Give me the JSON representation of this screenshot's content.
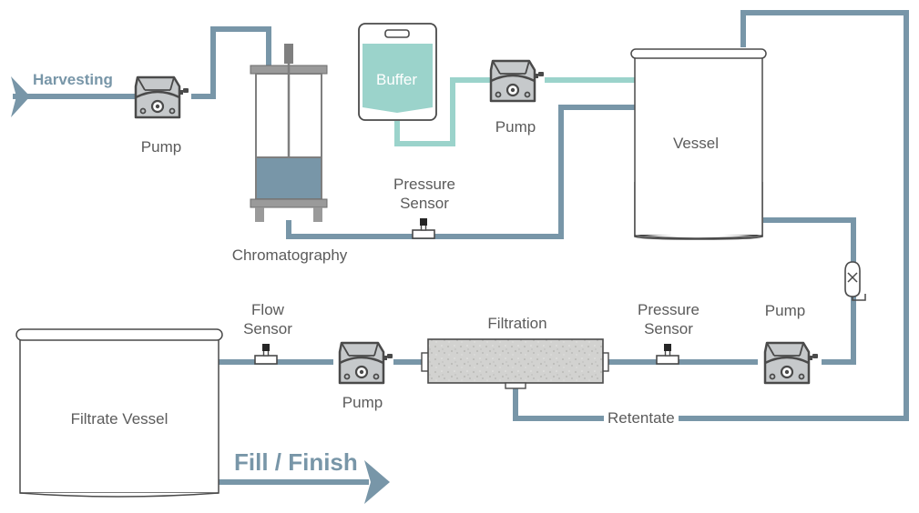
{
  "labels": {
    "harvesting": "Harvesting",
    "buffer": "Buffer",
    "pump_top_left": "Pump",
    "pump_top_mid": "Pump",
    "pump_mid": "Pump",
    "pump_right": "Pump",
    "vessel": "Vessel",
    "chromatography": "Chromatography",
    "pressure_sensor_top": [
      "Pressure",
      "Sensor"
    ],
    "pressure_sensor_bottom": [
      "Pressure",
      "Sensor"
    ],
    "flow_sensor": [
      "Flow",
      "Sensor"
    ],
    "filtration": "Filtration",
    "filtrate_vessel": "Filtrate Vessel",
    "retentate": "Retentate",
    "fill_finish": "Fill / Finish"
  },
  "colors": {
    "pipe": "#7896a8",
    "buffer_line": "#9bd3cb",
    "pump_body": "#c6c9cb",
    "pump_outline": "#4a4a4a",
    "label_text": "#5b5b5b",
    "accent_text": "#7896a8"
  },
  "icons": [
    "pump-icon",
    "pressure-sensor-icon",
    "flow-sensor-icon",
    "valve-clamp-icon",
    "arrow-icon"
  ]
}
